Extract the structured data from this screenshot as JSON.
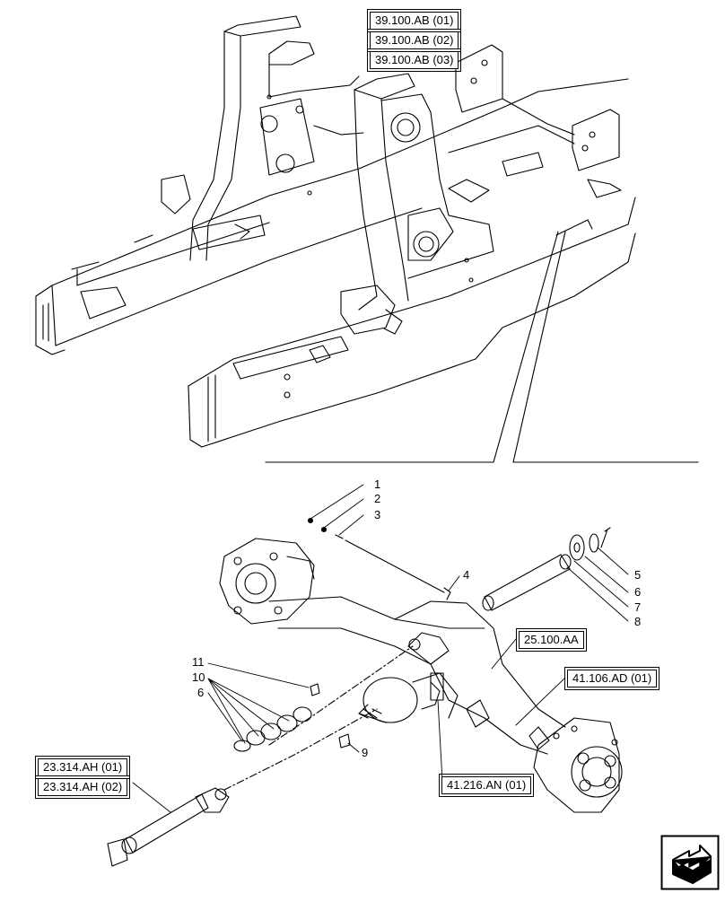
{
  "references": {
    "frame": [
      "39.100.AB (01)",
      "39.100.AB (02)",
      "39.100.AB (03)"
    ],
    "axle_housing": "25.100.AA",
    "axle_left": "41.106.AD (01)",
    "axle_pivot": "41.216.AN (01)",
    "driveshaft": [
      "23.314.AH (01)",
      "23.314.AH (02)"
    ]
  },
  "callouts": {
    "c1": "1",
    "c2": "2",
    "c3": "3",
    "c4": "4",
    "c5": "5",
    "c6": "6",
    "c7": "7",
    "c8": "8",
    "c9": "9",
    "c10": "10",
    "c11": "11",
    "c6b": "6"
  },
  "icons": {
    "nav": "next-page-arrow-icon"
  }
}
